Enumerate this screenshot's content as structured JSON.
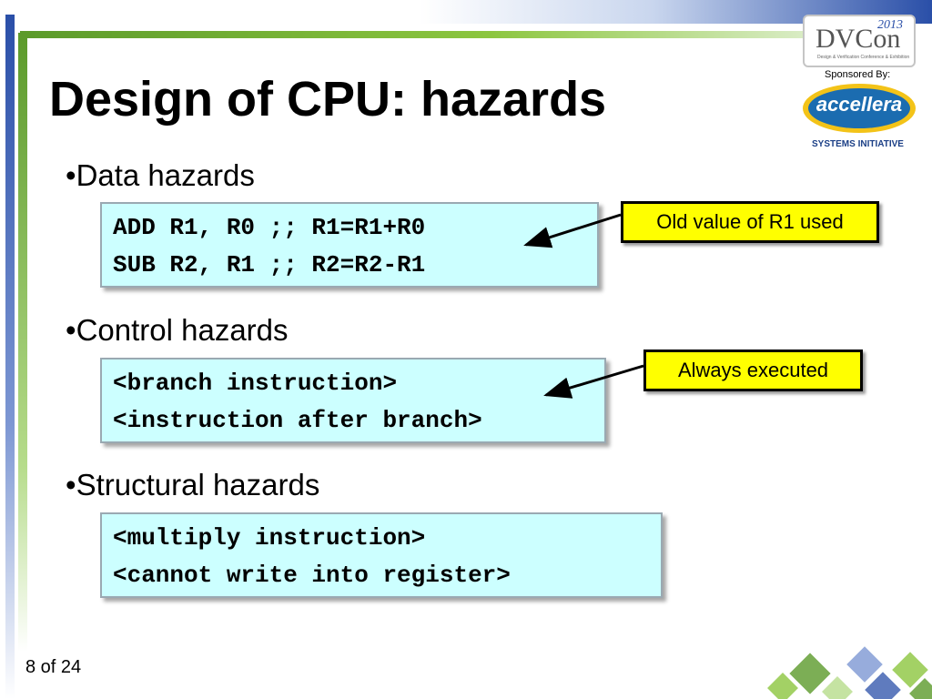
{
  "slide": {
    "title": "Design of CPU: hazards",
    "page_indicator": "8 of 24"
  },
  "sections": [
    {
      "heading": "Data hazards",
      "code": [
        "ADD R1, R0 ;; R1=R1+R0",
        "SUB R2, R1 ;; R2=R2-R1"
      ],
      "callout": "Old value of R1 used"
    },
    {
      "heading": "Control hazards",
      "code": [
        "<branch instruction>",
        "<instruction after branch>"
      ],
      "callout": "Always executed"
    },
    {
      "heading": "Structural hazards",
      "code": [
        "<multiply instruction>",
        "<cannot write into register>"
      ]
    }
  ],
  "branding": {
    "dvcon_logo_text": "DVCon",
    "dvcon_year": "2013",
    "dvcon_tagline": "Design & Verification Conference & Exhibition",
    "sponsored_by": "Sponsored By:",
    "sponsor_logo_text": "accellera",
    "sponsor_subtitle": "SYSTEMS INITIATIVE"
  },
  "colors": {
    "code_background": "#ccffff",
    "callout_background": "#ffff00",
    "accent_blue": "#2a4fa8",
    "accent_green": "#5b9a2a"
  }
}
